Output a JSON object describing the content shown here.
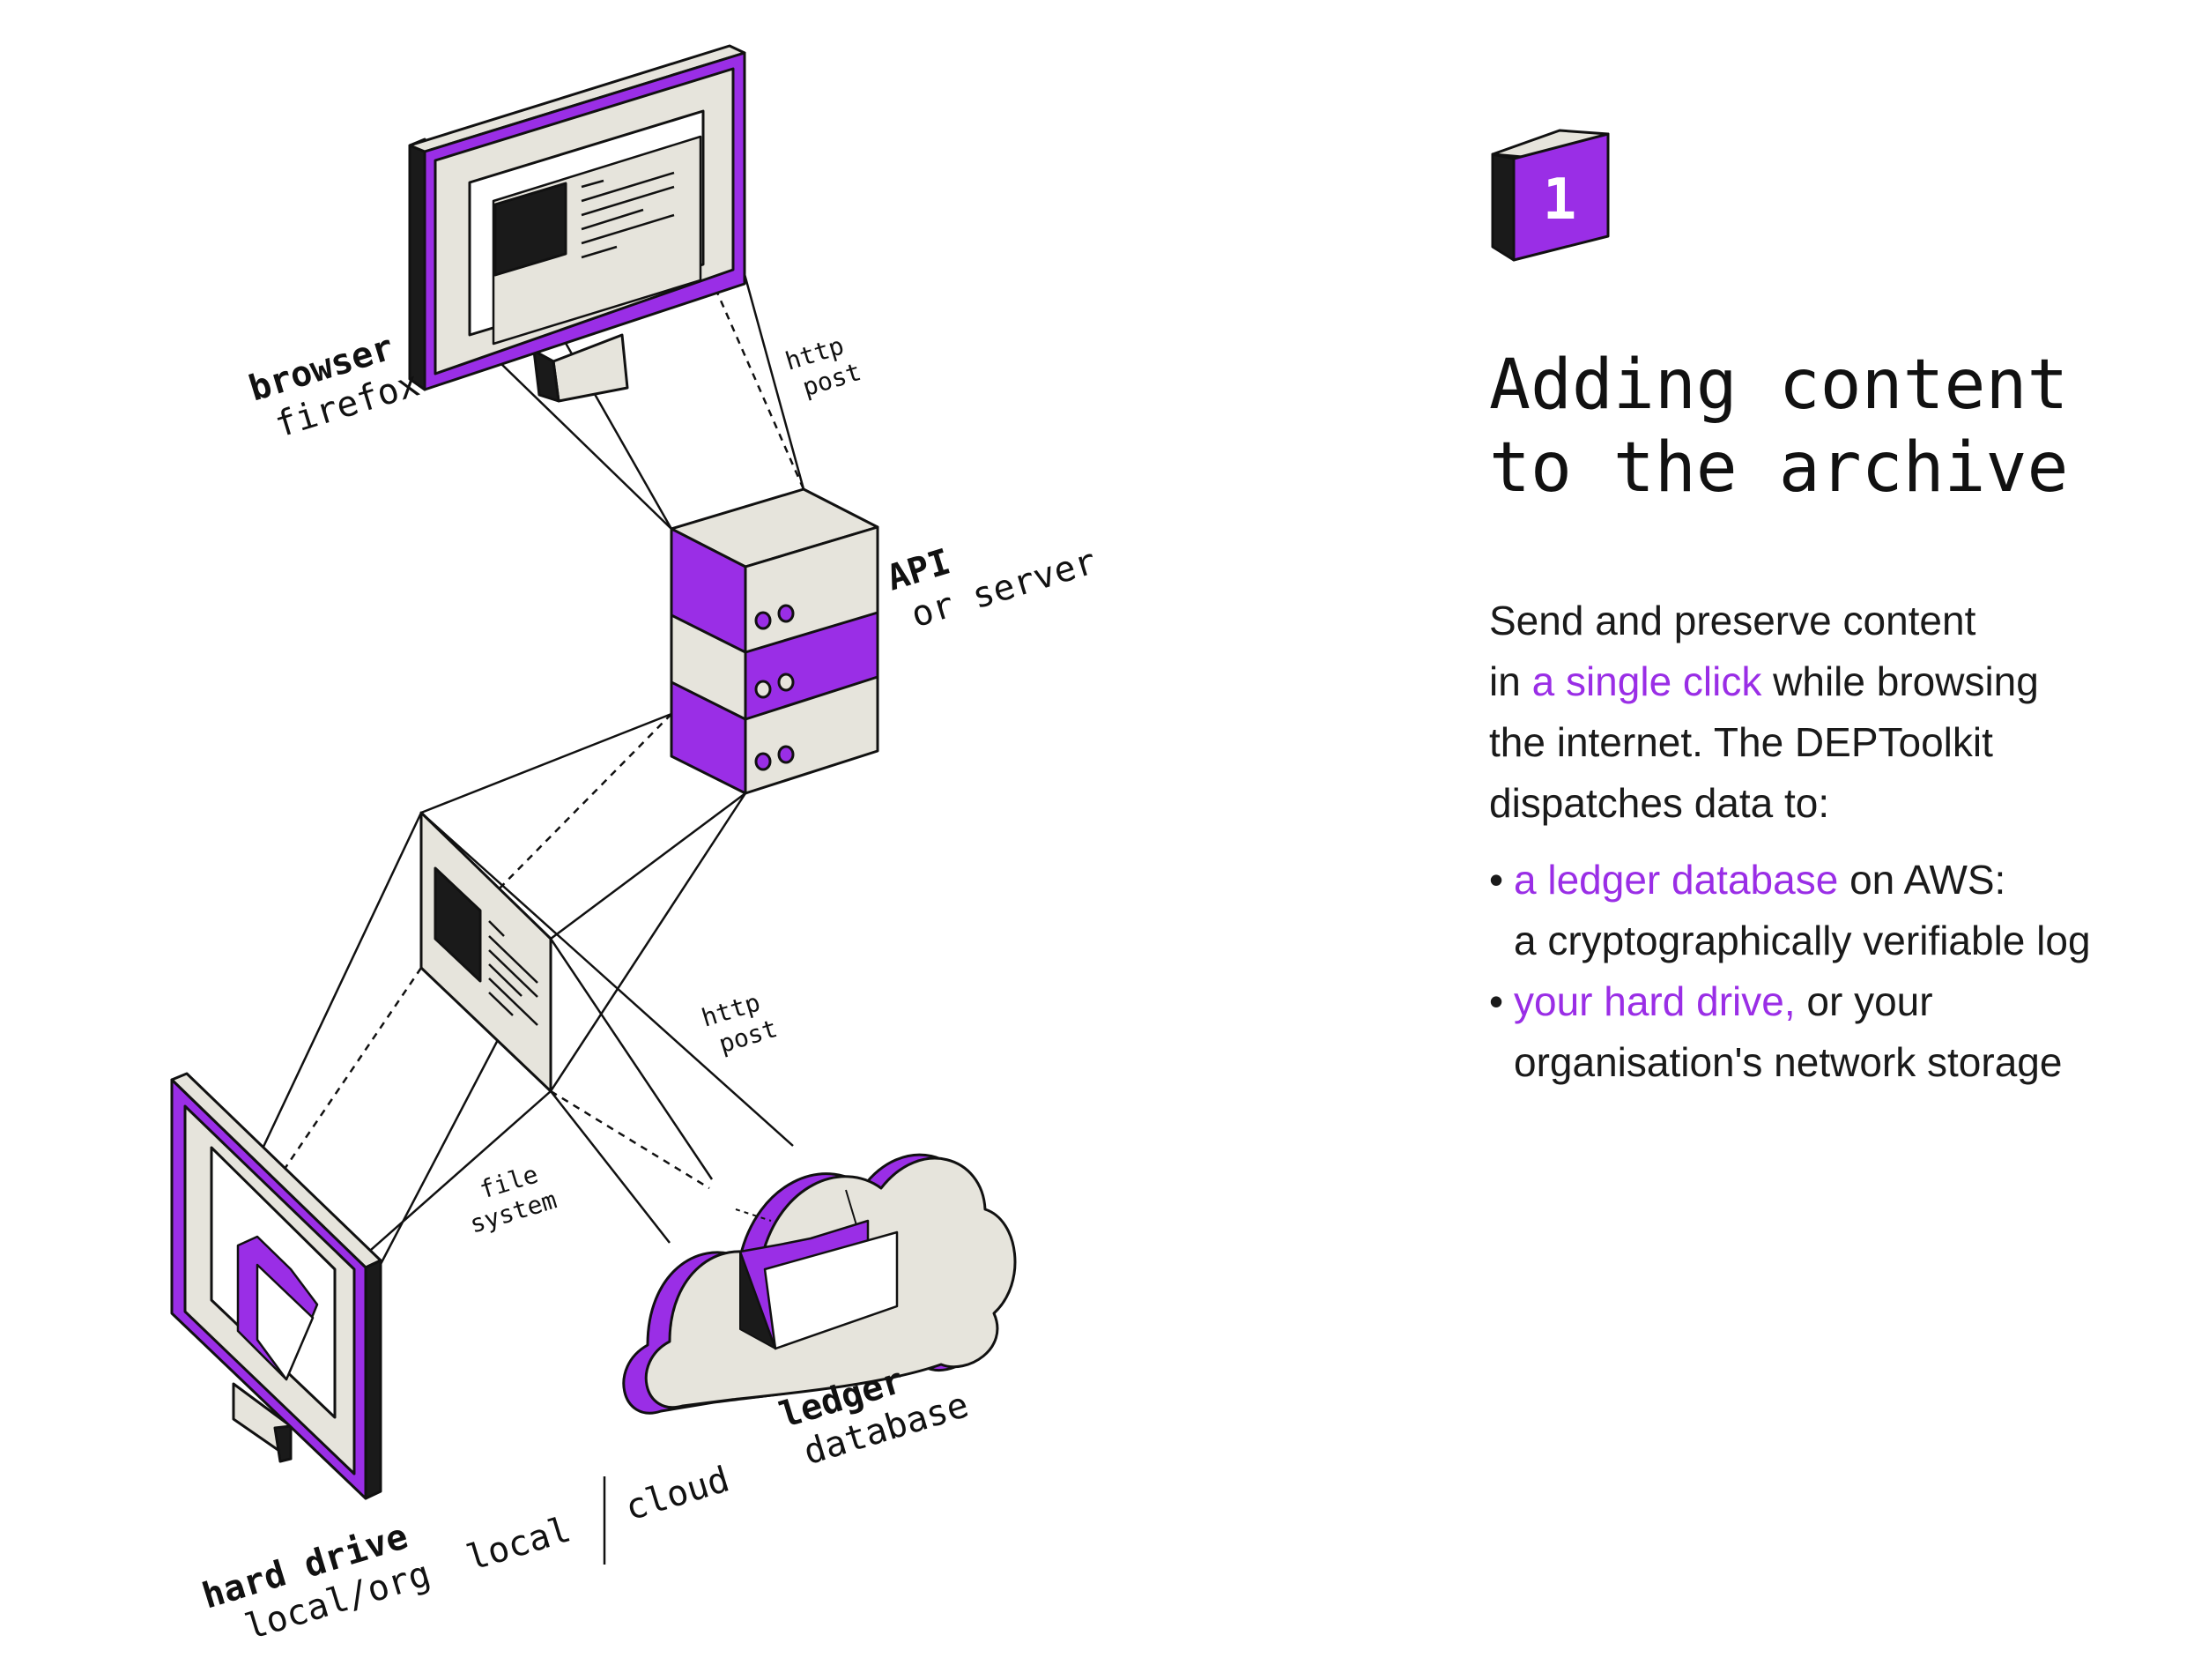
{
  "badge": {
    "number": "1"
  },
  "heading": {
    "line1": "Adding content",
    "line2": "to the archive"
  },
  "description": {
    "intro_1": "Send and preserve content",
    "intro_2a": "in ",
    "intro_2_highlight": "a single click",
    "intro_2b": " while browsing",
    "intro_3": "the internet. The DEPToolkit",
    "intro_4": "dispatches data to:",
    "items": [
      {
        "highlight": "a ledger database",
        "rest": " on AWS:",
        "line2": "a cryptographically verifiable log"
      },
      {
        "highlight": "your hard drive,",
        "rest": " or your",
        "line2": "organisation's network storage"
      }
    ]
  },
  "diagram": {
    "browser": {
      "title": "browser",
      "subtitle": "firefox"
    },
    "api": {
      "title": "API",
      "subtitle": "or server"
    },
    "http_post_top": {
      "line1": "http",
      "line2": "post"
    },
    "http_post_bottom": {
      "line1": "http",
      "line2": "post"
    },
    "file_system": {
      "line1": "file",
      "line2": "system"
    },
    "hard_drive": {
      "title": "hard drive",
      "subtitle": "local/org"
    },
    "ledger": {
      "title": "ledger",
      "subtitle": "database"
    },
    "local_label": "local",
    "cloud_label": "cloud"
  },
  "colors": {
    "accent": "#9a2ee6",
    "panel": "#e6e4dc",
    "ink": "#1a1a1a"
  }
}
